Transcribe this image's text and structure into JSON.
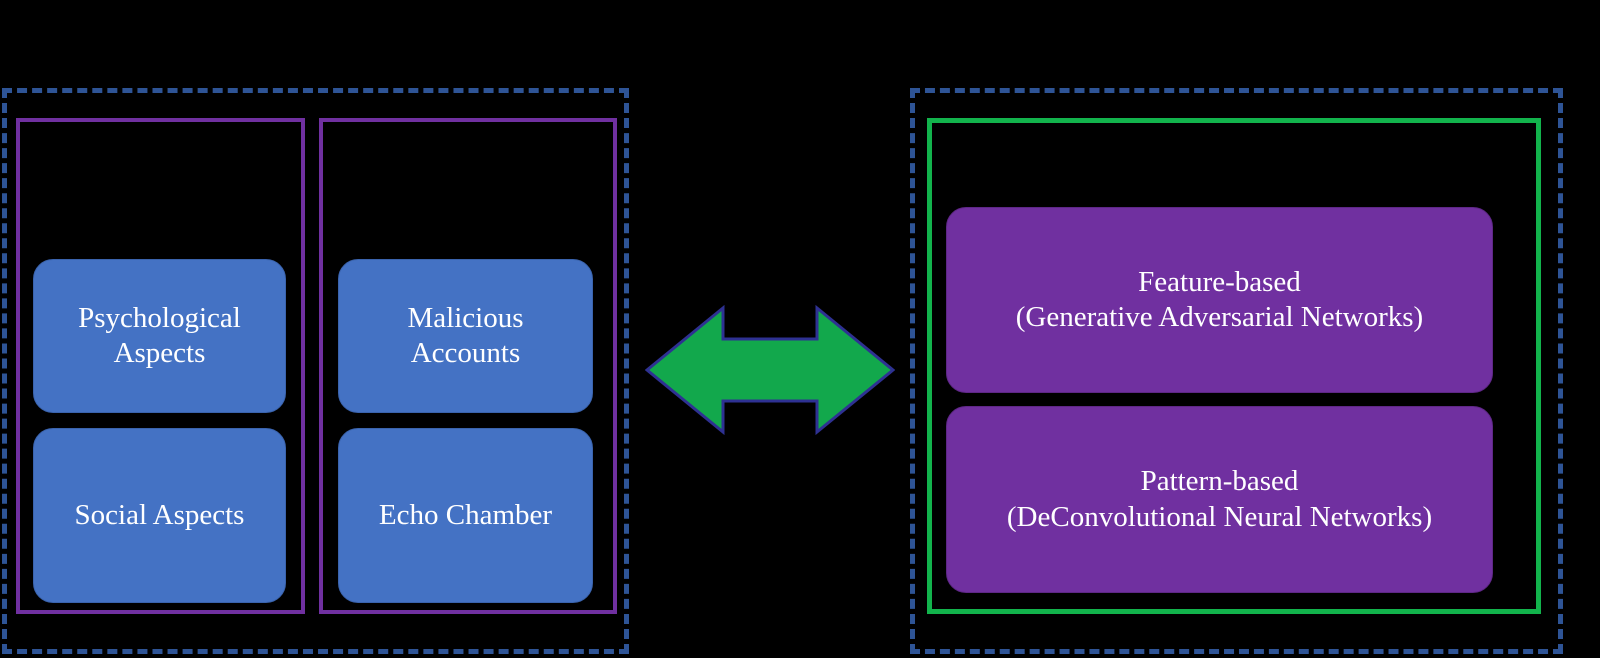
{
  "diagram": {
    "background_color": "#000000",
    "groups": [
      {
        "id": "left-group",
        "border_color": "#2E5496",
        "border_style": "dashed",
        "subgroups": [
          {
            "id": "psychosocial",
            "border_color": "#7030A0",
            "border_style": "solid",
            "nodes": [
              {
                "id": "psychological-aspects",
                "label": "Psychological\nAspects",
                "fill": "#4472C4",
                "text_color": "#FFFFFF"
              },
              {
                "id": "social-aspects",
                "label": "Social Aspects",
                "fill": "#4472C4",
                "text_color": "#FFFFFF"
              }
            ]
          },
          {
            "id": "accounts",
            "border_color": "#7030A0",
            "border_style": "solid",
            "nodes": [
              {
                "id": "malicious-accounts",
                "label": "Malicious\nAccounts",
                "fill": "#4472C4",
                "text_color": "#FFFFFF"
              },
              {
                "id": "echo-chamber",
                "label": "Echo Chamber",
                "fill": "#4472C4",
                "text_color": "#FFFFFF"
              }
            ]
          }
        ]
      },
      {
        "id": "right-group",
        "border_color": "#2E5496",
        "border_style": "dashed",
        "subgroups": [
          {
            "id": "models",
            "border_color": "#12B34C",
            "border_style": "solid",
            "nodes": [
              {
                "id": "feature-based",
                "label": "Feature-based\n(Generative Adversarial Networks)",
                "fill": "#7030A0",
                "text_color": "#FFFFFF"
              },
              {
                "id": "pattern-based",
                "label": "Pattern-based\n(DeConvolutional Neural Networks)",
                "fill": "#7030A0",
                "text_color": "#FFFFFF"
              }
            ]
          }
        ]
      }
    ],
    "connector": {
      "id": "bidirectional-arrow",
      "icon": "double-headed-arrow-icon",
      "direction": "both",
      "fill": "#12A84C",
      "stroke": "#2E3192"
    }
  }
}
